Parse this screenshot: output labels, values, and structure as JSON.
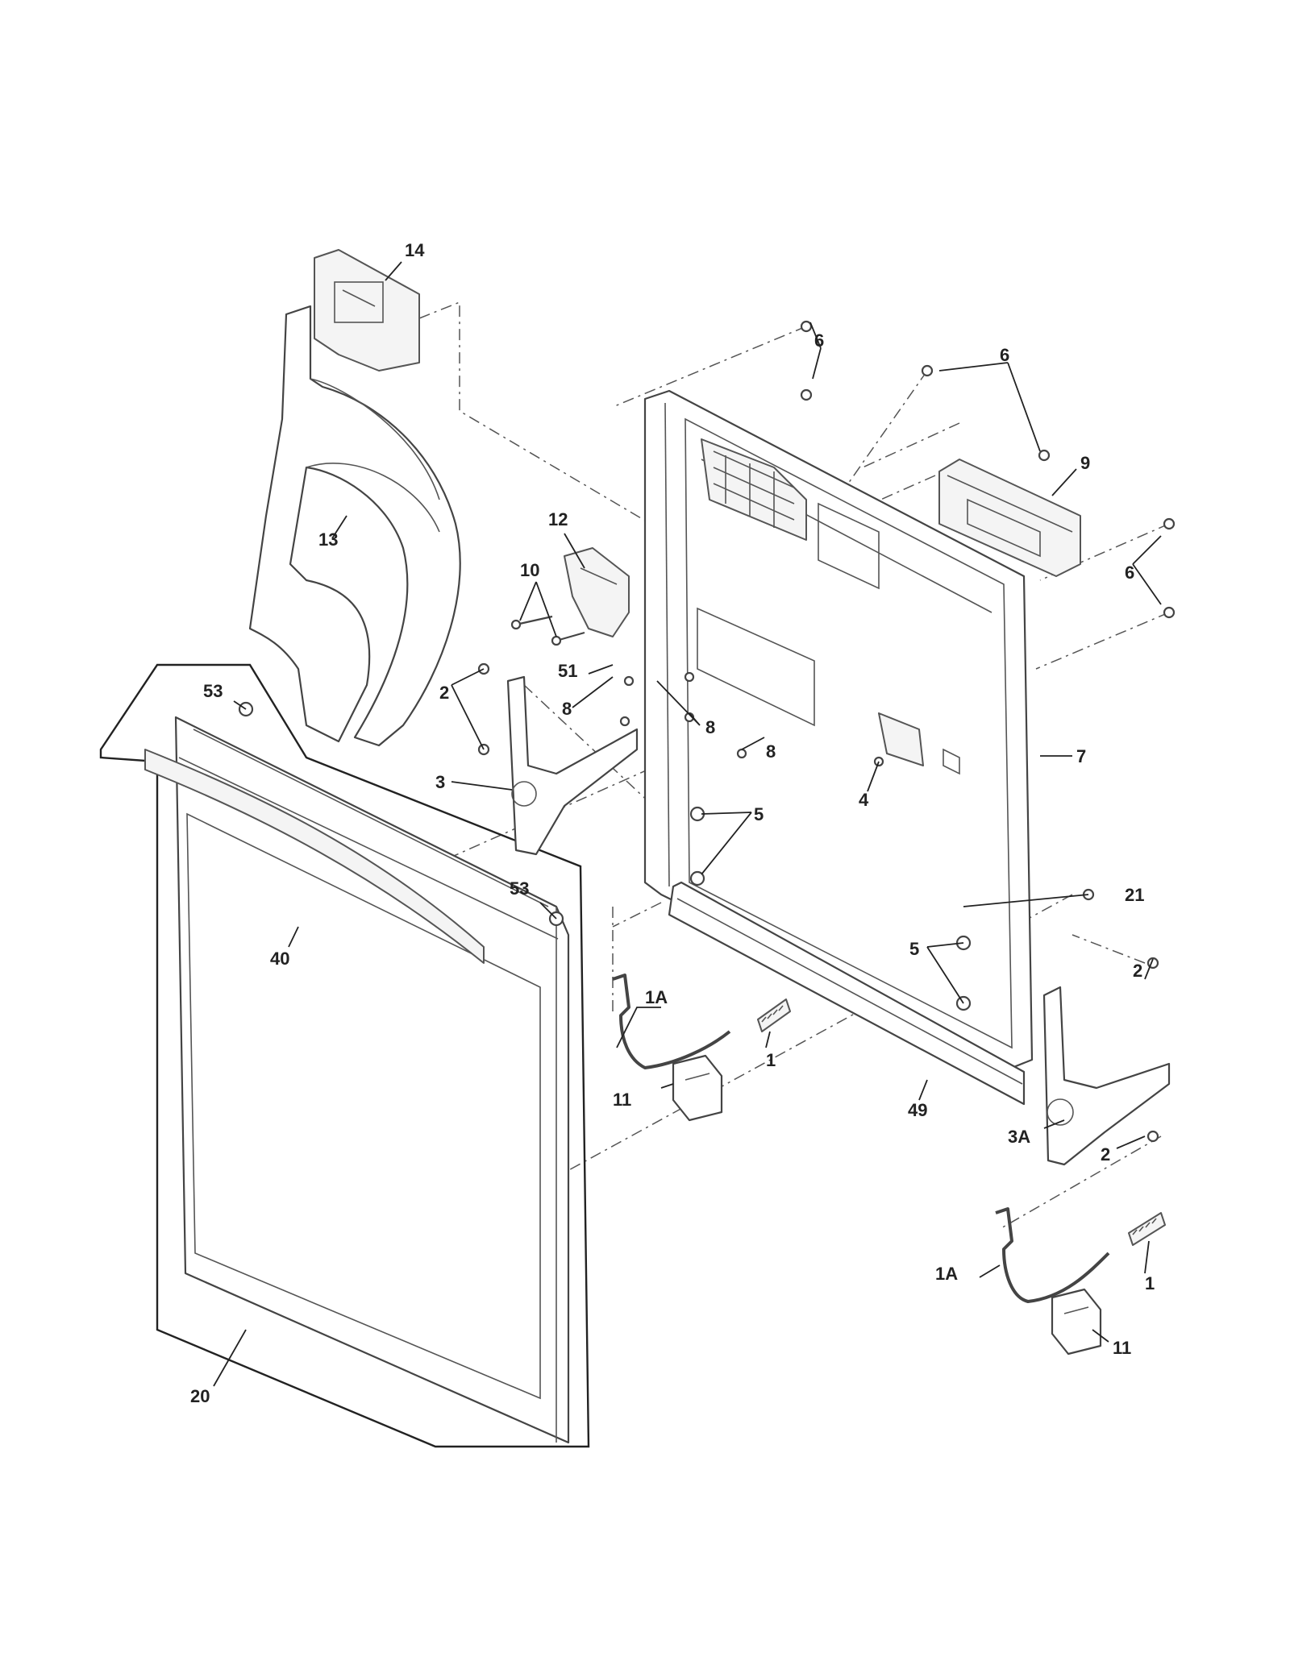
{
  "callouts": {
    "c14": "14",
    "c13": "13",
    "c12": "12",
    "c10": "10",
    "c51": "51",
    "c6a": "6",
    "c6b": "6",
    "c6c": "6",
    "c9": "9",
    "c7": "7",
    "c4": "4",
    "c5a": "5",
    "c5b": "5",
    "c8a": "8",
    "c8b": "8",
    "c8c": "8",
    "c2a": "2",
    "c2b": "2",
    "c2c": "2",
    "c3": "3",
    "c3a": "3A",
    "c53a": "53",
    "c53b": "53",
    "c40": "40",
    "c20": "20",
    "c21": "21",
    "c49": "49",
    "c1a": "1",
    "c1b": "1",
    "c1Aa": "1A",
    "c1Ab": "1A",
    "c11a": "11",
    "c11b": "11"
  }
}
